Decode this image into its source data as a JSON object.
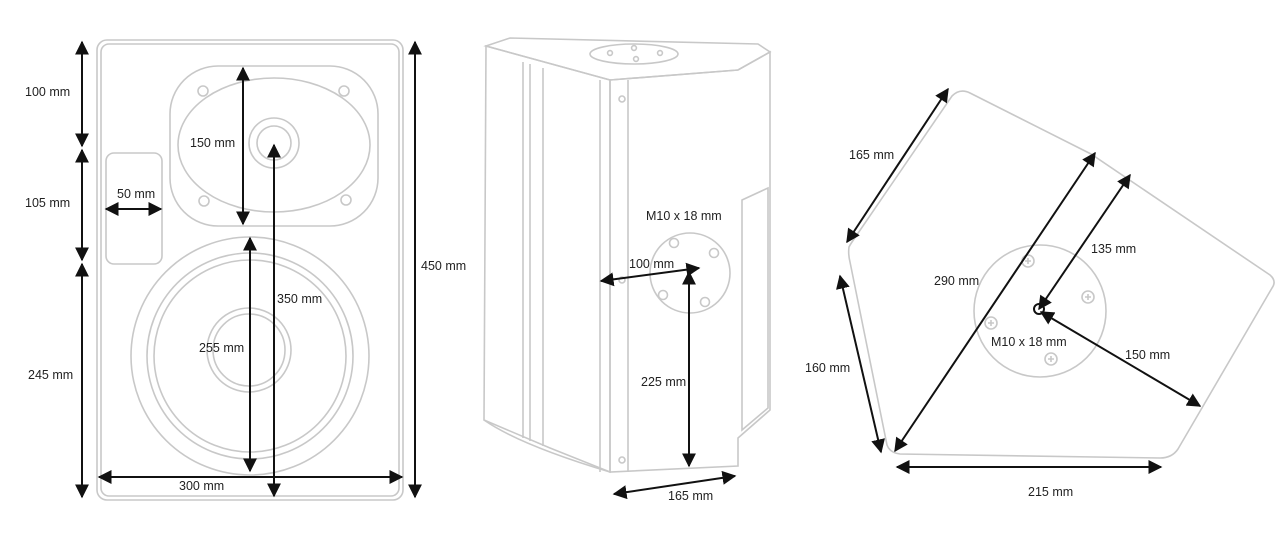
{
  "front_view": {
    "dims": {
      "top_section": "100 mm",
      "mid_section": "105 mm",
      "bottom_section": "245 mm",
      "total_height": "450 mm",
      "width": "300 mm",
      "port_width": "50 mm",
      "horn_height": "150 mm",
      "woofer_diameter": "255 mm",
      "driver_span": "350 mm"
    }
  },
  "side_view": {
    "dims": {
      "mount_thread": "M10 x 18 mm",
      "mount_offset_front": "100 mm",
      "mount_height": "225 mm",
      "depth": "165 mm"
    }
  },
  "bottom_view": {
    "dims": {
      "top_edge": "165 mm",
      "left_edge": "160 mm",
      "bottom_edge": "215 mm",
      "diagonal": "290 mm",
      "plate_offset": "135 mm",
      "to_corner": "150 mm",
      "mount_thread": "M10 x 18 mm"
    }
  }
}
